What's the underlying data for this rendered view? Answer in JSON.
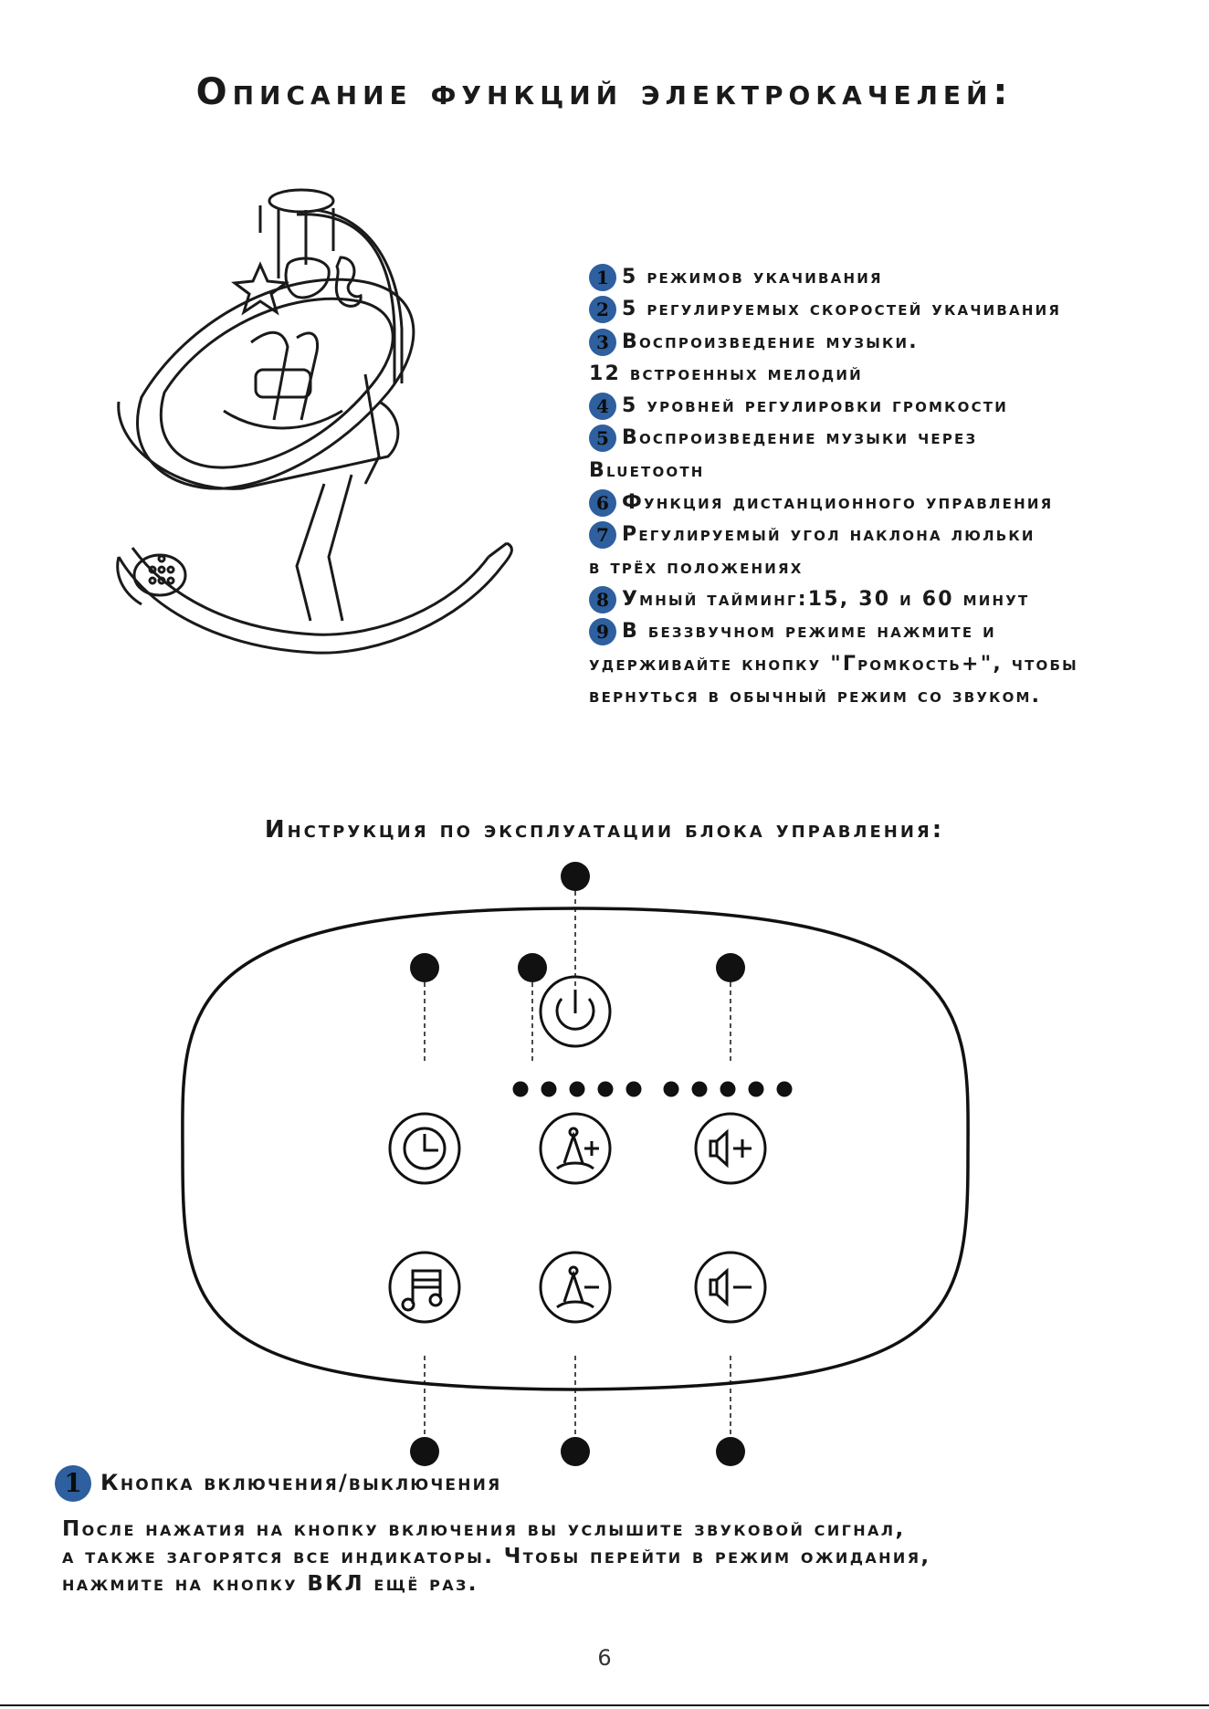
{
  "page": {
    "title": "Описание функций электрокачелей:",
    "subtitle": "Инструкция по эксплуатации блока управления:",
    "page_number": "6"
  },
  "features": [
    {
      "badge": "1",
      "text": "5 режимов укачивания"
    },
    {
      "badge": "2",
      "text": "5 регулируемых скоростей укачивания"
    },
    {
      "badge": "3",
      "text": "Воспроизведение музыки."
    },
    {
      "badge": "",
      "text": "12 встроенных мелодий"
    },
    {
      "badge": "4",
      "text": "5 уровней регулировки громкости"
    },
    {
      "badge": "5",
      "text": "Воспроизведение музыки через"
    },
    {
      "badge": "",
      "text": "Bluetooth"
    },
    {
      "badge": "6",
      "text": "Функция дистанционного управления"
    },
    {
      "badge": "7",
      "text": "Регулируемый угол наклона люльки"
    },
    {
      "badge": "",
      "text": "в трёх положениях"
    },
    {
      "badge": "8",
      "text": "Умный тайминг:15, 30 и 60 минут"
    },
    {
      "badge": "9",
      "text": "В беззвучном режиме нажмите и"
    },
    {
      "badge": "",
      "text": "удерживайте кнопку \"Громкость+\", чтобы"
    },
    {
      "badge": "",
      "text": "вернуться в обычный режим со звуком."
    }
  ],
  "control_panel": {
    "buttons": [
      {
        "name": "power-button",
        "icon": "power-icon"
      },
      {
        "name": "timer-button",
        "icon": "clock-icon"
      },
      {
        "name": "swing-speed-up-button",
        "icon": "swing-plus-icon"
      },
      {
        "name": "volume-up-button",
        "icon": "speaker-plus-icon"
      },
      {
        "name": "music-button",
        "icon": "music-note-icon"
      },
      {
        "name": "swing-speed-down-button",
        "icon": "swing-minus-icon"
      },
      {
        "name": "volume-down-button",
        "icon": "speaker-minus-icon"
      }
    ],
    "swing_level_indicators": 5,
    "volume_level_indicators": 5
  },
  "section": {
    "badge": "1",
    "heading": "Кнопка включения/выключения",
    "body": [
      "После нажатия на кнопку включения вы услышите звуковой сигнал,",
      "а также загорятся все индикаторы. Чтобы перейти в режим ожидания,",
      "нажмите на кнопку ВКЛ ещё раз."
    ]
  },
  "colors": {
    "badge": "#2e5f9e",
    "ink": "#1a1a1a"
  }
}
